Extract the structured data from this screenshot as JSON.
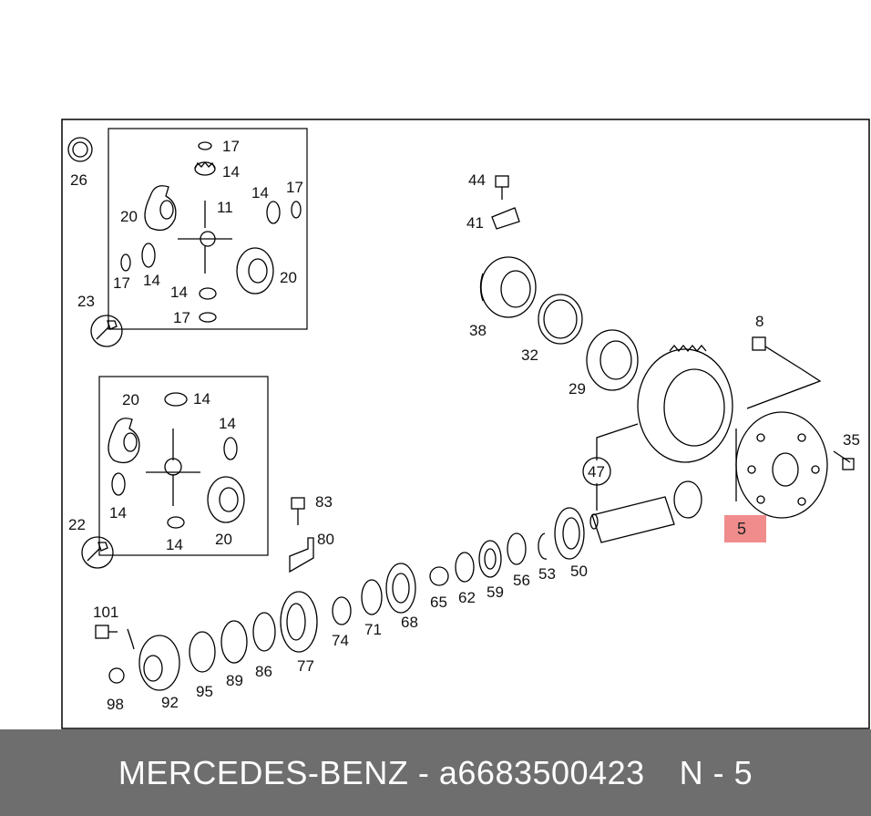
{
  "caption": {
    "brand": "MERCEDES-BENZ",
    "separator": "-",
    "part_number": "a6683500423",
    "reference": "N - 5"
  },
  "diagram": {
    "highlight_label": "5",
    "highlight_color": "#f08c8c",
    "callouts": {
      "c26": "26",
      "c23": "23",
      "c22": "22",
      "i1_17a": "17",
      "i1_14a": "14",
      "i1_20a": "20",
      "i1_11": "11",
      "i1_14b": "14",
      "i1_17b": "17",
      "i1_17c": "17",
      "i1_14c": "14",
      "i1_20b": "20",
      "i1_14d": "14",
      "i1_17d": "17",
      "i2_20a": "20",
      "i2_14a": "14",
      "i2_14b": "14",
      "i2_14c": "14",
      "i2_14d": "14",
      "i2_20b": "20",
      "c44": "44",
      "c41": "41",
      "c38": "38",
      "c32": "32",
      "c29": "29",
      "c8": "8",
      "c47": "47",
      "c35": "35",
      "c83": "83",
      "c80": "80",
      "c50": "50",
      "c53": "53",
      "c56": "56",
      "c59": "59",
      "c62": "62",
      "c65": "65",
      "c68": "68",
      "c71": "71",
      "c74": "74",
      "c77": "77",
      "c86": "86",
      "c89": "89",
      "c95": "95",
      "c92": "92",
      "c101": "101",
      "c98": "98"
    }
  }
}
